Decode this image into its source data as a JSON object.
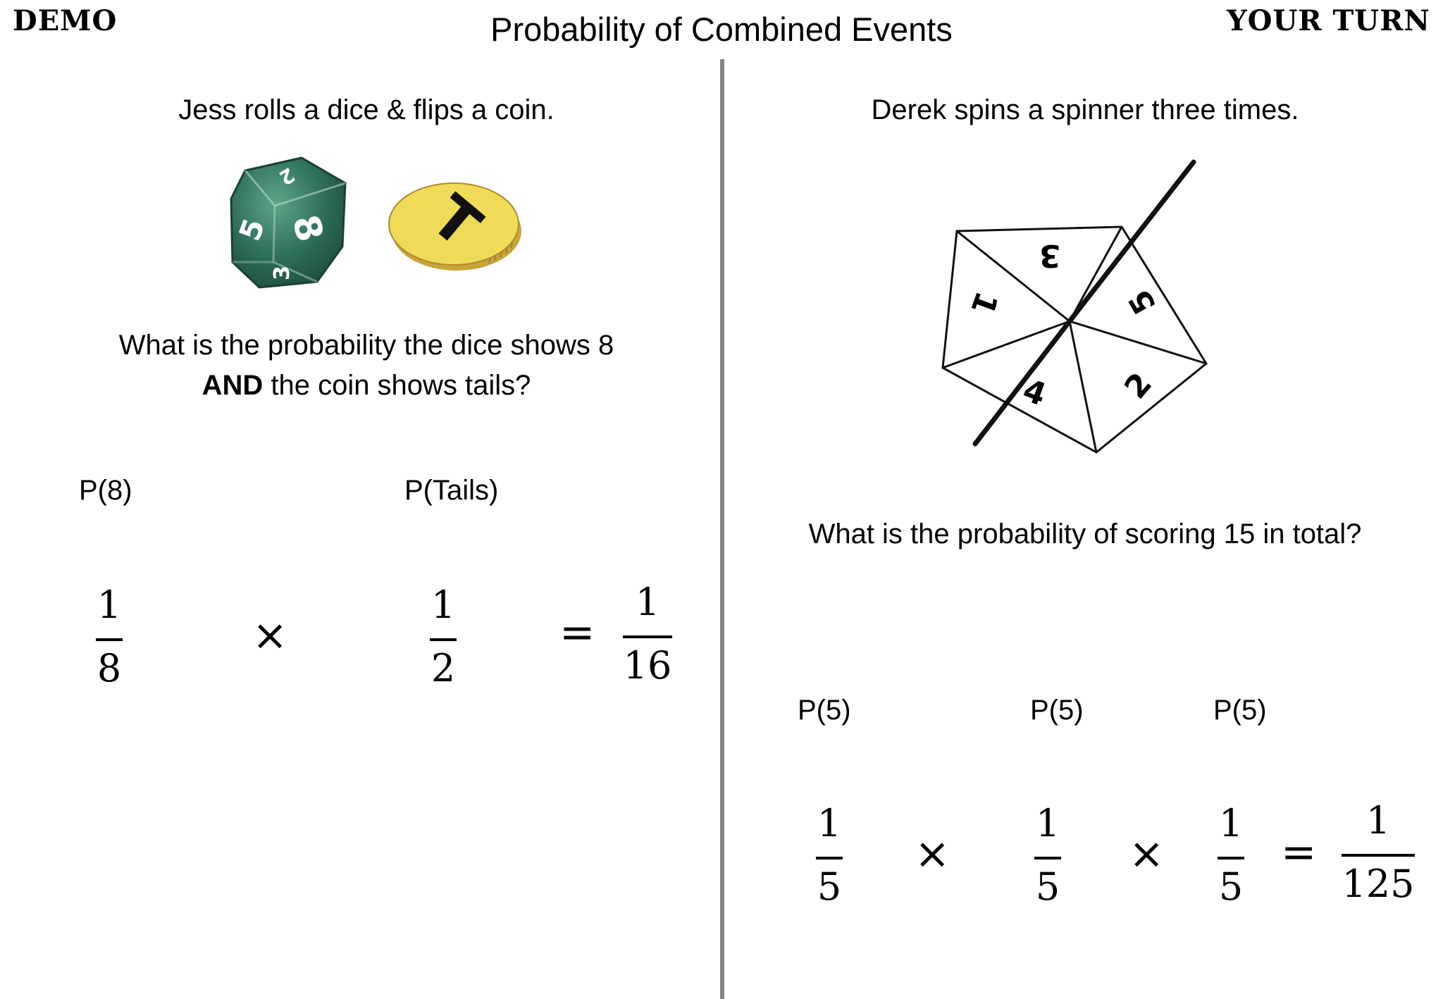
{
  "header": {
    "left_label": "DEMO",
    "title": "Probability of Combined Events",
    "right_label": "YOUR TURN"
  },
  "left": {
    "scenario": "Jess rolls a dice & flips a coin.",
    "dice_faces": [
      "2",
      "8",
      "5",
      "3"
    ],
    "coin_face": "T",
    "question_line1": "What is the probability the dice shows 8",
    "question_bold": "AND",
    "question_rest": " the coin shows tails?",
    "label_a": "P(8)",
    "label_b": "P(Tails)",
    "frac_a": {
      "num": "1",
      "den": "8"
    },
    "times": "×",
    "frac_b": {
      "num": "1",
      "den": "2"
    },
    "equals": "=",
    "result": {
      "num": "1",
      "den": "16"
    }
  },
  "right": {
    "scenario": "Derek spins a spinner three times.",
    "spinner_numbers": [
      "3",
      "5",
      "2",
      "4",
      "1"
    ],
    "question": "What is the probability of scoring 15 in total?",
    "labels": [
      "P(5)",
      "P(5)",
      "P(5)"
    ],
    "fracs": [
      {
        "num": "1",
        "den": "5"
      },
      {
        "num": "1",
        "den": "5"
      },
      {
        "num": "1",
        "den": "5"
      }
    ],
    "times": "×",
    "equals": "=",
    "result": {
      "num": "1",
      "den": "125"
    }
  },
  "colors": {
    "divider": "#858585",
    "dice": "#2e6f58",
    "coin": "#f0db59",
    "coin_edge": "#c9a43a"
  }
}
